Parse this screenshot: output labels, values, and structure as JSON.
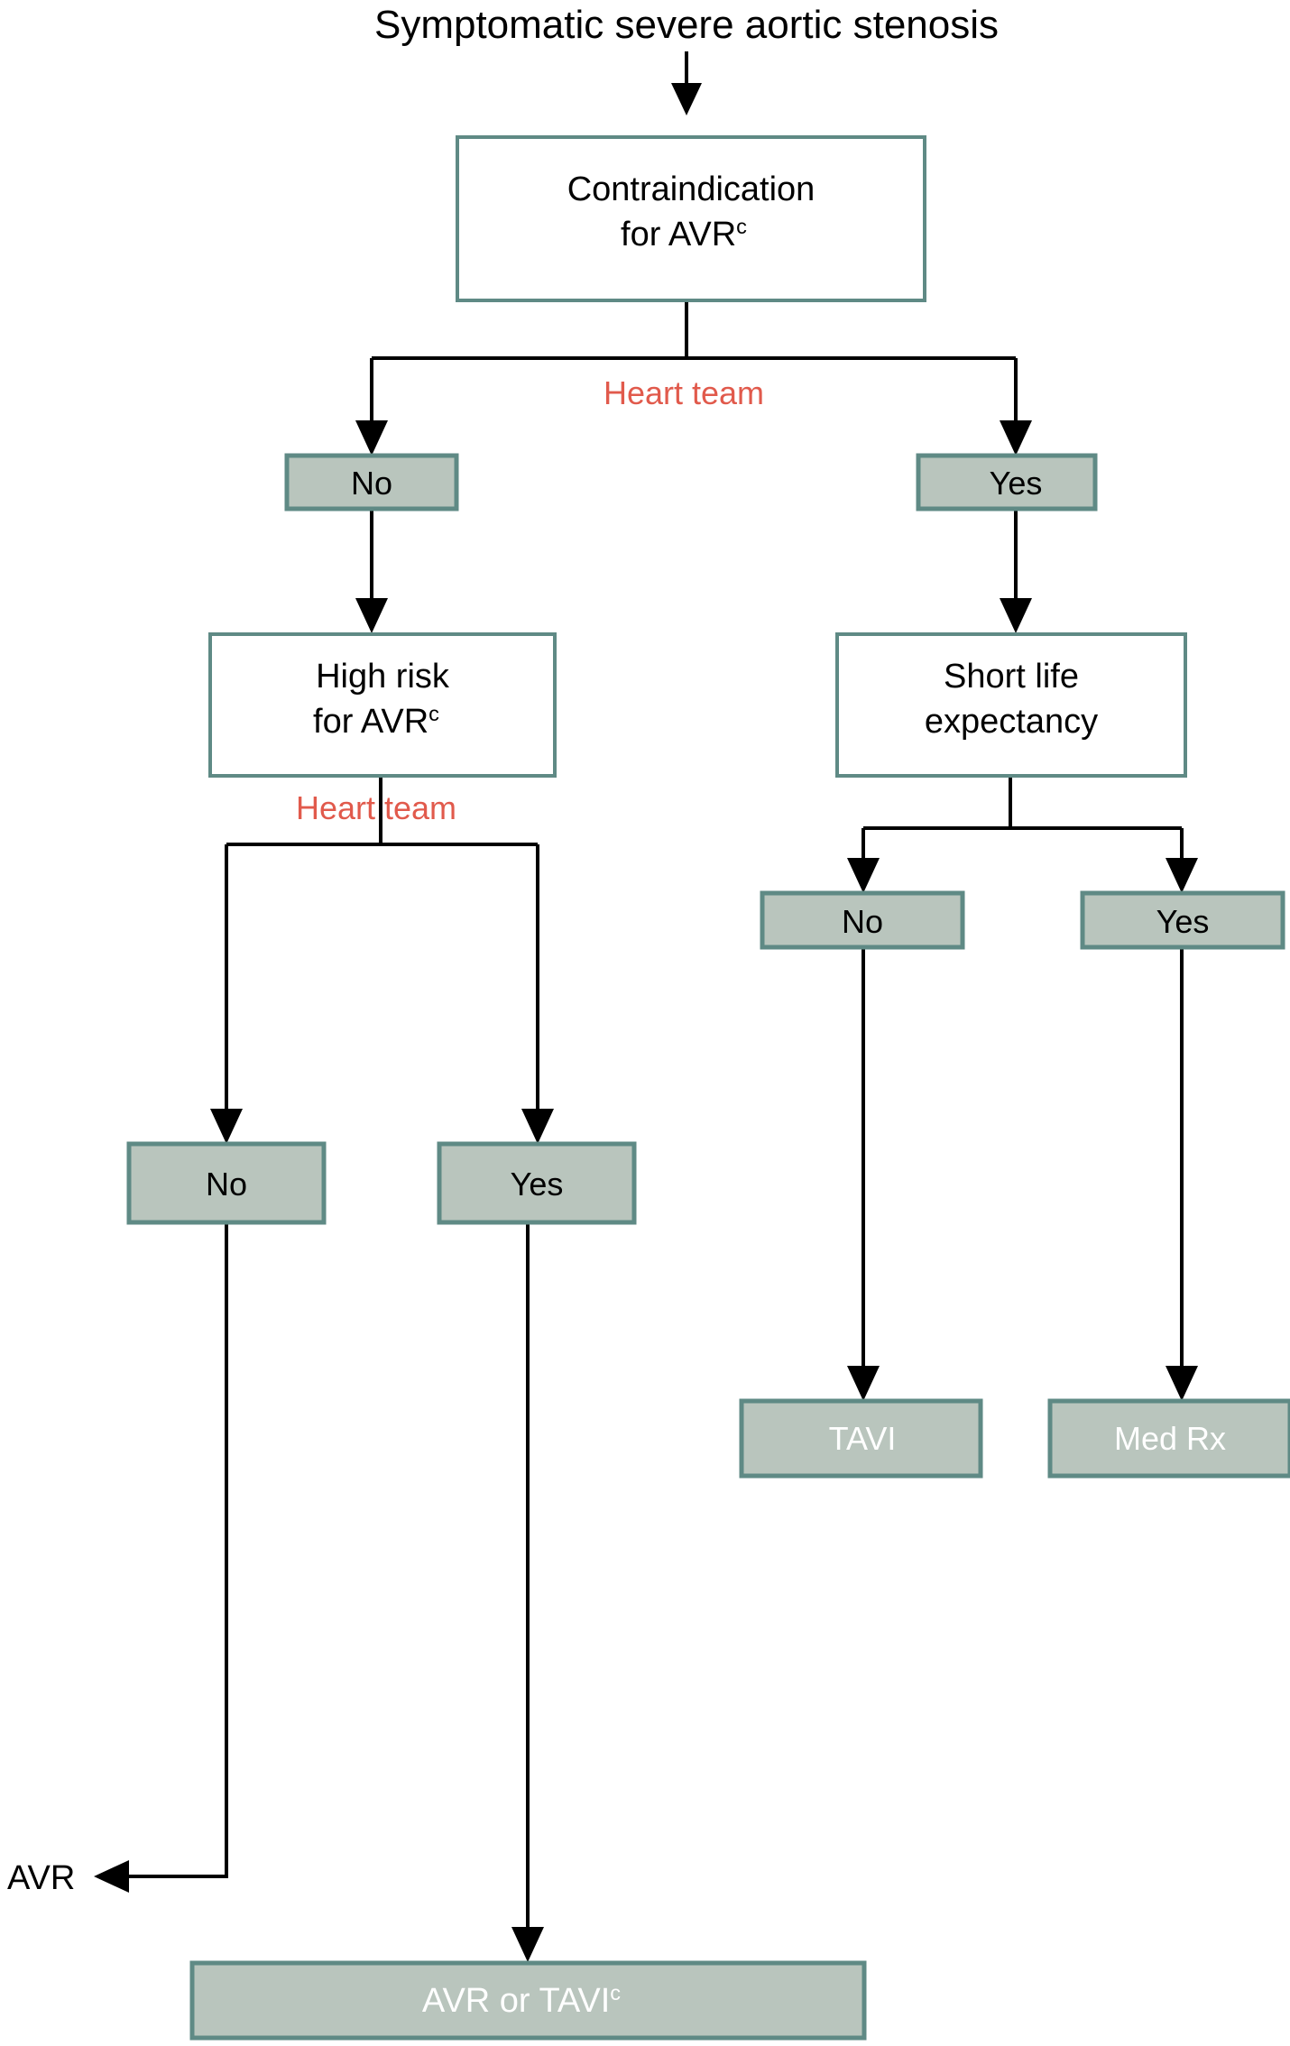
{
  "diagram": {
    "title": "Symptomatic severe aortic stenosis",
    "colors": {
      "box_border": "#5f8a85",
      "box_fill_white": "#ffffff",
      "box_fill_gray": "#b9c5bd",
      "annotation_red": "#e15a4c",
      "line_black": "#000000",
      "outcome_text_white": "#ffffff",
      "background": "#ffffff"
    },
    "annotations": [
      {
        "id": "heart-team-1",
        "label": "Heart team"
      },
      {
        "id": "heart-team-2",
        "label": "Heart team"
      }
    ],
    "terminals": [
      {
        "id": "avr-terminal",
        "label": "AVR"
      }
    ],
    "nodes": [
      {
        "id": "contraindication-avr",
        "kind": "decision",
        "line1": "Contraindication",
        "line2": "for AVR",
        "superscript": "c"
      },
      {
        "id": "contraindication-no",
        "kind": "answer",
        "label": "No"
      },
      {
        "id": "contraindication-yes",
        "kind": "answer",
        "label": "Yes"
      },
      {
        "id": "high-risk-avr",
        "kind": "decision",
        "line1": "High risk",
        "line2": "for AVR",
        "superscript": "c"
      },
      {
        "id": "short-life-expectancy",
        "kind": "decision",
        "line1": "Short life",
        "line2": "expectancy",
        "superscript": ""
      },
      {
        "id": "short-life-no",
        "kind": "answer",
        "label": "No"
      },
      {
        "id": "short-life-yes",
        "kind": "answer",
        "label": "Yes"
      },
      {
        "id": "high-risk-no",
        "kind": "answer",
        "label": "No"
      },
      {
        "id": "high-risk-yes",
        "kind": "answer",
        "label": "Yes"
      },
      {
        "id": "tavi",
        "kind": "outcome",
        "label": "TAVI"
      },
      {
        "id": "med-rx",
        "kind": "outcome",
        "label": "Med Rx"
      },
      {
        "id": "avr-or-tavi",
        "kind": "outcome",
        "label": "AVR or TAVI",
        "superscript": "c"
      }
    ]
  }
}
